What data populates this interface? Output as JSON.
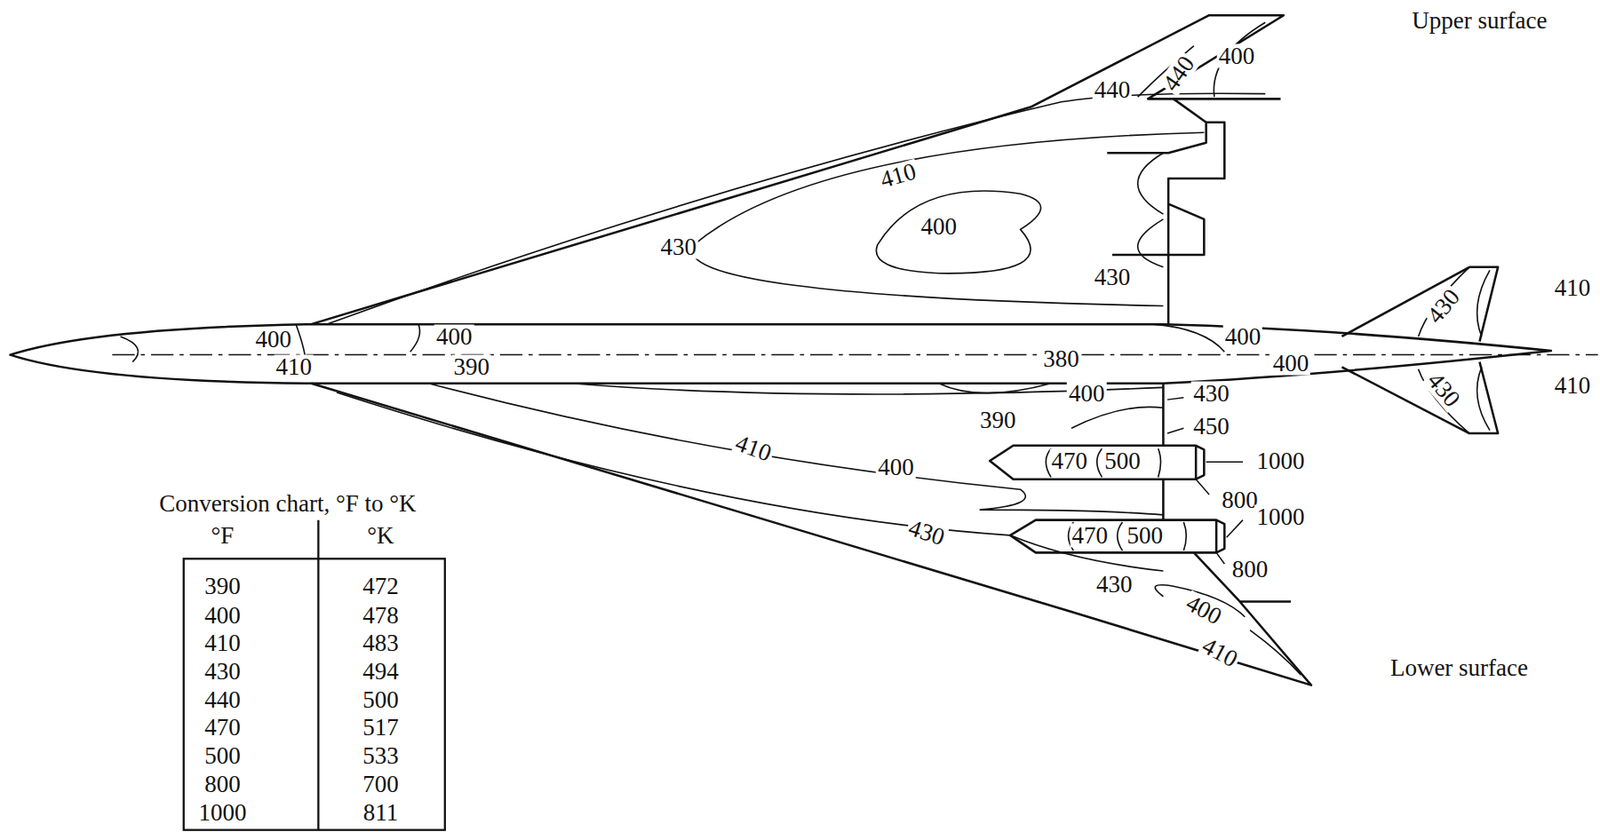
{
  "diagram": {
    "labels": [
      "Upper surface",
      "440",
      "440",
      "400",
      "410",
      "400",
      "430",
      "430",
      "410",
      "430",
      "400",
      "400",
      "400",
      "410",
      "390",
      "380",
      "400",
      "430",
      "400",
      "410",
      "430",
      "390",
      "450",
      "410",
      "400",
      "470",
      "500",
      "1000",
      "Conversion chart, °F to °K",
      "800",
      "1000",
      "430",
      "°F",
      "°K",
      "470",
      "500",
      "800",
      "430",
      "400",
      "410",
      "Lower surface",
      "390",
      "472",
      "400",
      "478",
      "410",
      "483",
      "430",
      "494",
      "440",
      "500",
      "470",
      "517",
      "500",
      "533",
      "800",
      "700",
      "1000",
      "811"
    ]
  }
}
